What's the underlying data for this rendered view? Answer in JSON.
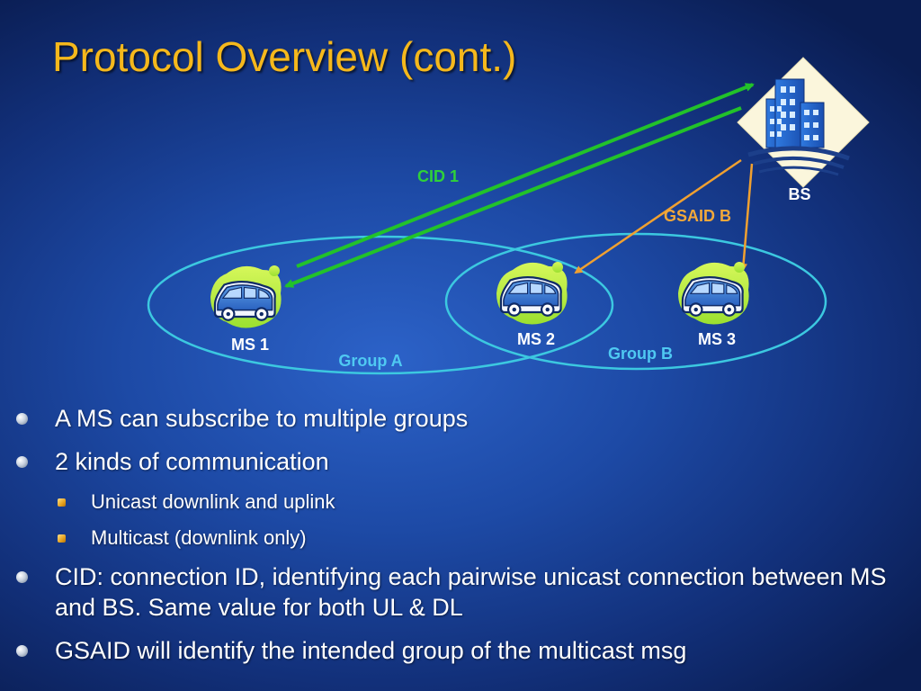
{
  "title": "Protocol Overview (cont.)",
  "colors": {
    "title": "#f5b81c",
    "cid_arrow": "#22c22a",
    "gsaid_arrow": "#f0a030",
    "group_ellipse": "#3cc8e0",
    "cid_label": "#2fd13a",
    "gsaid_label": "#f2a83a",
    "group_label": "#4fc9f2"
  },
  "diagram": {
    "bs_label": "BS",
    "cid_label": "CID 1",
    "gsaid_label": "GSAID B",
    "ms1_label": "MS 1",
    "ms2_label": "MS 2",
    "ms3_label": "MS 3",
    "group_a_label": "Group A",
    "group_b_label": "Group B"
  },
  "bullets": {
    "b1": "A MS can subscribe to multiple groups",
    "b2": "2 kinds of communication",
    "b2_sub1": "Unicast downlink and uplink",
    "b2_sub2": "Multicast (downlink only)",
    "b3": "CID: connection ID, identifying each pairwise unicast connection between MS and BS. Same value for both UL & DL",
    "b4": "GSAID will identify the intended group of the multicast msg"
  }
}
